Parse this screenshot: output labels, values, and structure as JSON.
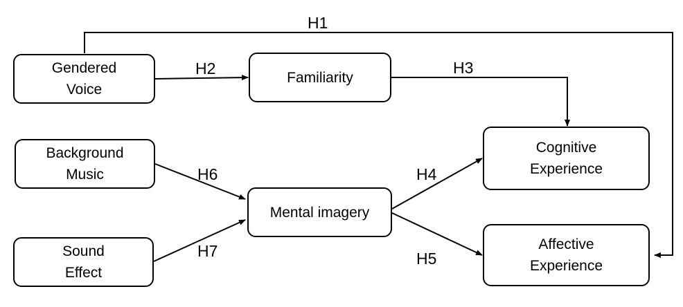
{
  "nodes": {
    "gendered_voice": [
      "Gendered",
      "Voice"
    ],
    "familiarity": [
      "Familiarity"
    ],
    "background_music": [
      "Background",
      "Music"
    ],
    "sound_effect": [
      "Sound",
      "Effect"
    ],
    "mental_imagery": [
      "Mental imagery"
    ],
    "cognitive_experience": [
      "Cognitive",
      "Experience"
    ],
    "affective_experience": [
      "Affective",
      "Experience"
    ]
  },
  "edges": {
    "h1": "H1",
    "h2": "H2",
    "h3": "H3",
    "h4": "H4",
    "h5": "H5",
    "h6": "H6",
    "h7": "H7"
  }
}
